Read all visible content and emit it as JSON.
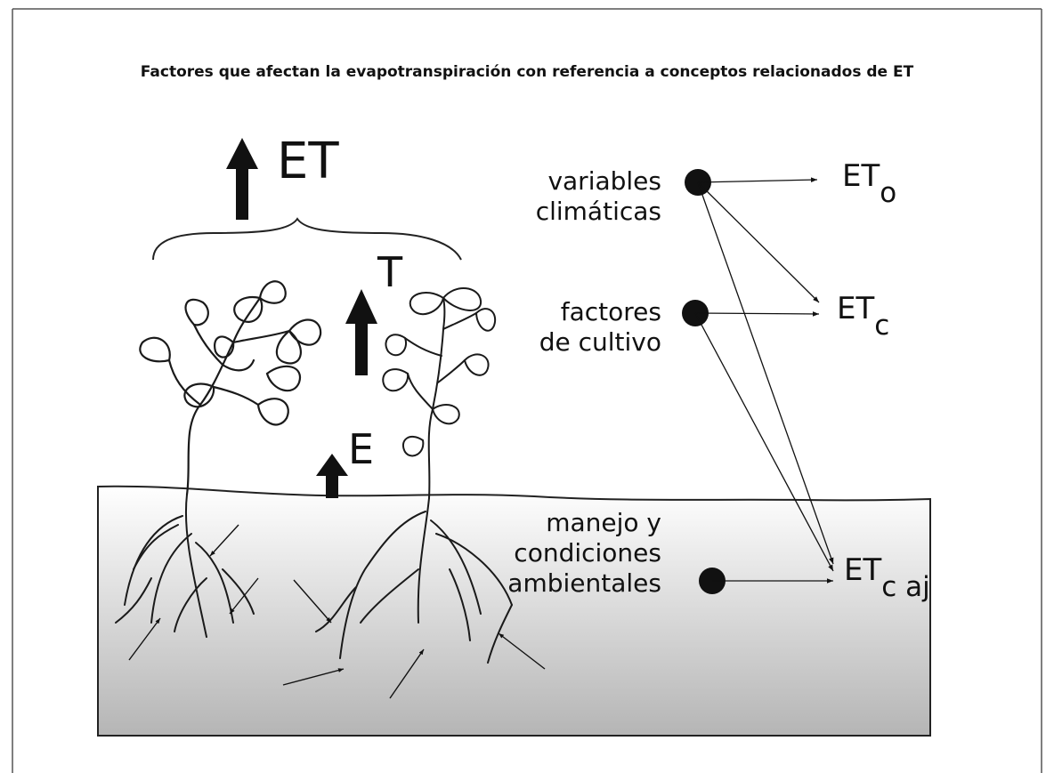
{
  "title": "Factores que afectan la evapotranspiración con referencia a conceptos relacionados de ET",
  "flux": {
    "et": "ET",
    "t": "T",
    "e": "E"
  },
  "factors": {
    "climate": {
      "line1": "variables",
      "line2": "climáticas"
    },
    "crop": {
      "line1": "factores",
      "line2": "de cultivo"
    },
    "management": {
      "line1": "manejo y",
      "line2": "condiciones",
      "line3": "ambientales"
    }
  },
  "outputs": {
    "eto": {
      "base": "ET",
      "sub": "o"
    },
    "etc": {
      "base": "ET",
      "sub": "c"
    },
    "etcaj": {
      "base": "ET",
      "sub": "c aj"
    }
  },
  "colors": {
    "ink": "#111111",
    "soil_top": "#ffffff",
    "soil_bottom": "#b5b5b5"
  }
}
